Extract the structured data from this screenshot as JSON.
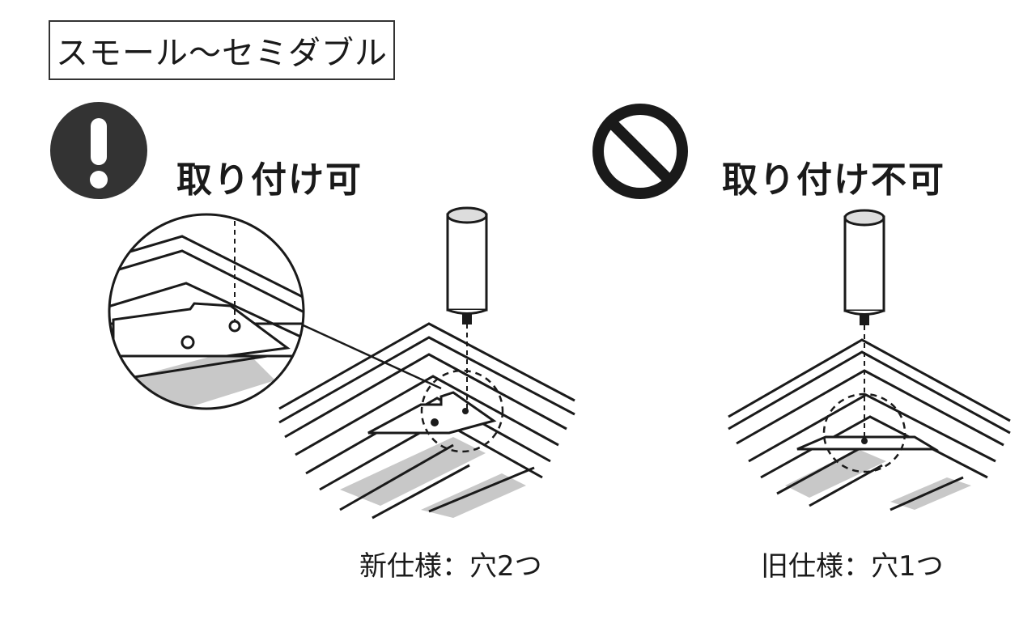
{
  "header": {
    "size_label": "スモール～セミダブル"
  },
  "left_panel": {
    "status": "取り付け可",
    "status_icon": "exclamation-icon",
    "caption": "新仕様：穴2つ"
  },
  "right_panel": {
    "status": "取り付け不可",
    "status_icon": "prohibited-icon",
    "caption": "旧仕様：穴1つ"
  },
  "colors": {
    "ink": "#1a1a1a",
    "icon_fill": "#333333",
    "slat_gray": "#c8c8c8"
  }
}
